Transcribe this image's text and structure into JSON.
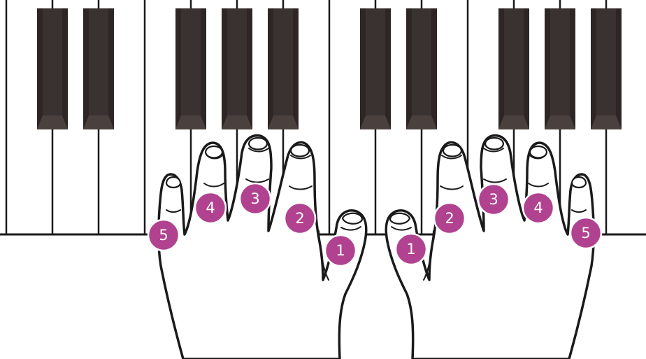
{
  "colors": {
    "finger_badge": "#b0428f",
    "finger_badge_text": "#ffffff",
    "black_key": "#2d2624",
    "outline": "#1a1a1a"
  },
  "left_hand": {
    "fingers": [
      {
        "number": "5",
        "name": "pinky"
      },
      {
        "number": "4",
        "name": "ring"
      },
      {
        "number": "3",
        "name": "middle"
      },
      {
        "number": "2",
        "name": "index"
      },
      {
        "number": "1",
        "name": "thumb"
      }
    ]
  },
  "right_hand": {
    "fingers": [
      {
        "number": "1",
        "name": "thumb"
      },
      {
        "number": "2",
        "name": "index"
      },
      {
        "number": "3",
        "name": "middle"
      },
      {
        "number": "4",
        "name": "ring"
      },
      {
        "number": "5",
        "name": "pinky"
      }
    ]
  }
}
